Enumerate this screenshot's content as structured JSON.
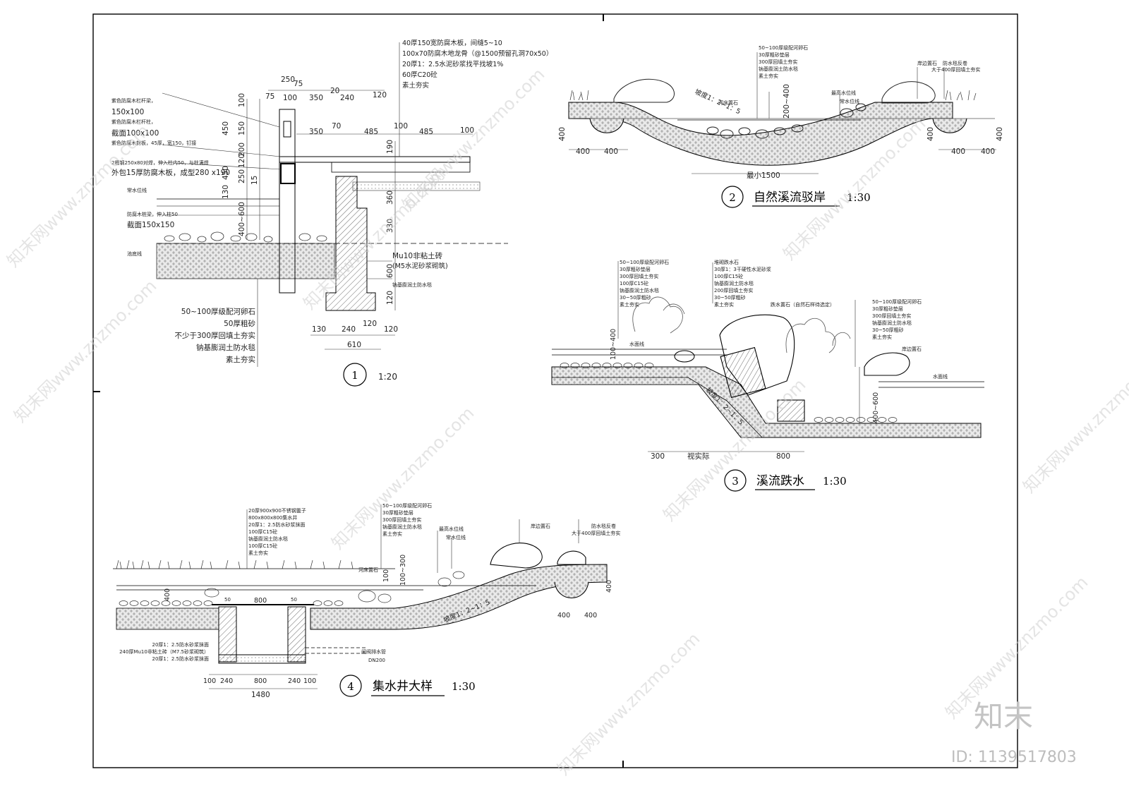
{
  "watermarks": {
    "text": "知末网www.znzmo.com",
    "brand": "知末",
    "id": "ID: 1139517803"
  },
  "detail1": {
    "number": "1",
    "scale": "1:20",
    "notes_top": [
      "40厚150宽防腐木板，间缝5~10",
      "100x70防腐木地龙骨（@1500预留孔洞70x50）",
      "20厚1：2.5水泥砂浆找平找坡1%",
      "60厚C20砼",
      "素土夯实"
    ],
    "notes_left": [
      "紫色防腐木栏杆梁，",
      "150x100",
      "紫色防腐木栏杆柱，",
      "截面100x100",
      "紫色防腐木封板，45厚，宽150，钉接",
      "2槽钢250x80对焊，伸入柱内50，与柱满焊",
      "外包15厚防腐木板，成型280 x190",
      "常水位线",
      "防腐木桩梁，伸入柱50",
      "截面150x150",
      "池底线"
    ],
    "notes_bottom": [
      "50~100厚级配河卵石",
      "50厚粗砂",
      "不少于300厚回填土夯实",
      "钠基膨润土防水毯",
      "素土夯实"
    ],
    "notes_right": [
      "Mu10非粘土砖",
      "(M5水泥砂浆砌筑)",
      "钠基膨润土防水毯"
    ],
    "dims_top": [
      "250",
      "75",
      "100",
      "75",
      "350",
      "20",
      "240",
      "120"
    ],
    "dims_row2": [
      "350",
      "70",
      "485",
      "100",
      "485",
      "100"
    ],
    "dims_left": [
      "100",
      "450",
      "150",
      "200",
      "120",
      "450",
      "130",
      "15",
      "250",
      "400~600"
    ],
    "dims_right": [
      "190",
      "360",
      "330",
      "600",
      "120"
    ],
    "dims_bottom": [
      "130",
      "240",
      "120",
      "120",
      "610"
    ]
  },
  "detail2": {
    "number": "2",
    "title": "自然溪流驳岸",
    "scale": "1:30",
    "notes": [
      "50~100厚级配河卵石",
      "30厚粗砂垫层",
      "300厚回填土夯实",
      "钠基膨润土防水毯",
      "素土夯实"
    ],
    "labels": [
      "河床置石",
      "最高水位线",
      "常水位线",
      "岸边置石",
      "防水毯反卷",
      "大于400厚回填土夯实",
      "坡度1：2~1：5"
    ],
    "dims": [
      "200~400",
      "400",
      "400",
      "400",
      "400",
      "400",
      "400",
      "400",
      "最小1500"
    ]
  },
  "detail3": {
    "number": "3",
    "title": "溪流跌水",
    "scale": "1:30",
    "notes_left": [
      "50~100厚级配河卵石",
      "30厚粗砂垫层",
      "300厚回填土夯实",
      "100厚C15砼",
      "钠基膨润土防水毯",
      "30~50厚粗砂",
      "素土夯实"
    ],
    "notes_mid": [
      "堆砌跌水石",
      "30厚1：3干硬性水泥砂浆",
      "100厚C15砼",
      "钠基膨润土防水毯",
      "200厚回填土夯实",
      "30~50厚粗砂",
      "素土夯实"
    ],
    "notes_right": [
      "50~100厚级配河卵石",
      "30厚粗砂垫层",
      "300厚回填土夯实",
      "钠基膨润土防水毯",
      "30~50厚粗砂",
      "素土夯实"
    ],
    "labels": [
      "跌水置石（自然石样待选定）",
      "岸边置石",
      "水面线",
      "水面线",
      "坡度1：2~1：5"
    ],
    "dims": [
      "100~400",
      "400~600",
      "300",
      "视实际",
      "800"
    ]
  },
  "detail4": {
    "number": "4",
    "title": "集水井大样",
    "scale": "1:30",
    "notes_top": [
      "20厚900x900不锈钢篦子",
      "800x800x800集水井",
      "20厚1：2.5防水砂浆抹面",
      "100厚C15砼",
      "钠基膨润土防水毯",
      "100厚C15砼",
      "素土夯实"
    ],
    "notes_mid": [
      "50~100厚级配河卵石",
      "30厚粗砂垫层",
      "300厚回填土夯实",
      "钠基膨润土防水毯",
      "素土夯实"
    ],
    "notes_bottom": [
      "20厚1：2.5防水砂浆抹面",
      "240厚Mu10非粘土砖（M7.5砂浆砌筑）",
      "20厚1：2.5防水砂浆抹面"
    ],
    "labels": [
      "河床置石",
      "最高水位线",
      "常水位线",
      "岸边置石",
      "防水毯反卷",
      "大于400厚回填土夯实",
      "闸阀排水管",
      "DN200",
      "坡度1：2~1：5"
    ],
    "dims": [
      "400",
      "50",
      "800",
      "50",
      "100",
      "100~300",
      "400",
      "400",
      "400",
      "100",
      "240",
      "800",
      "240",
      "100",
      "1480"
    ]
  }
}
